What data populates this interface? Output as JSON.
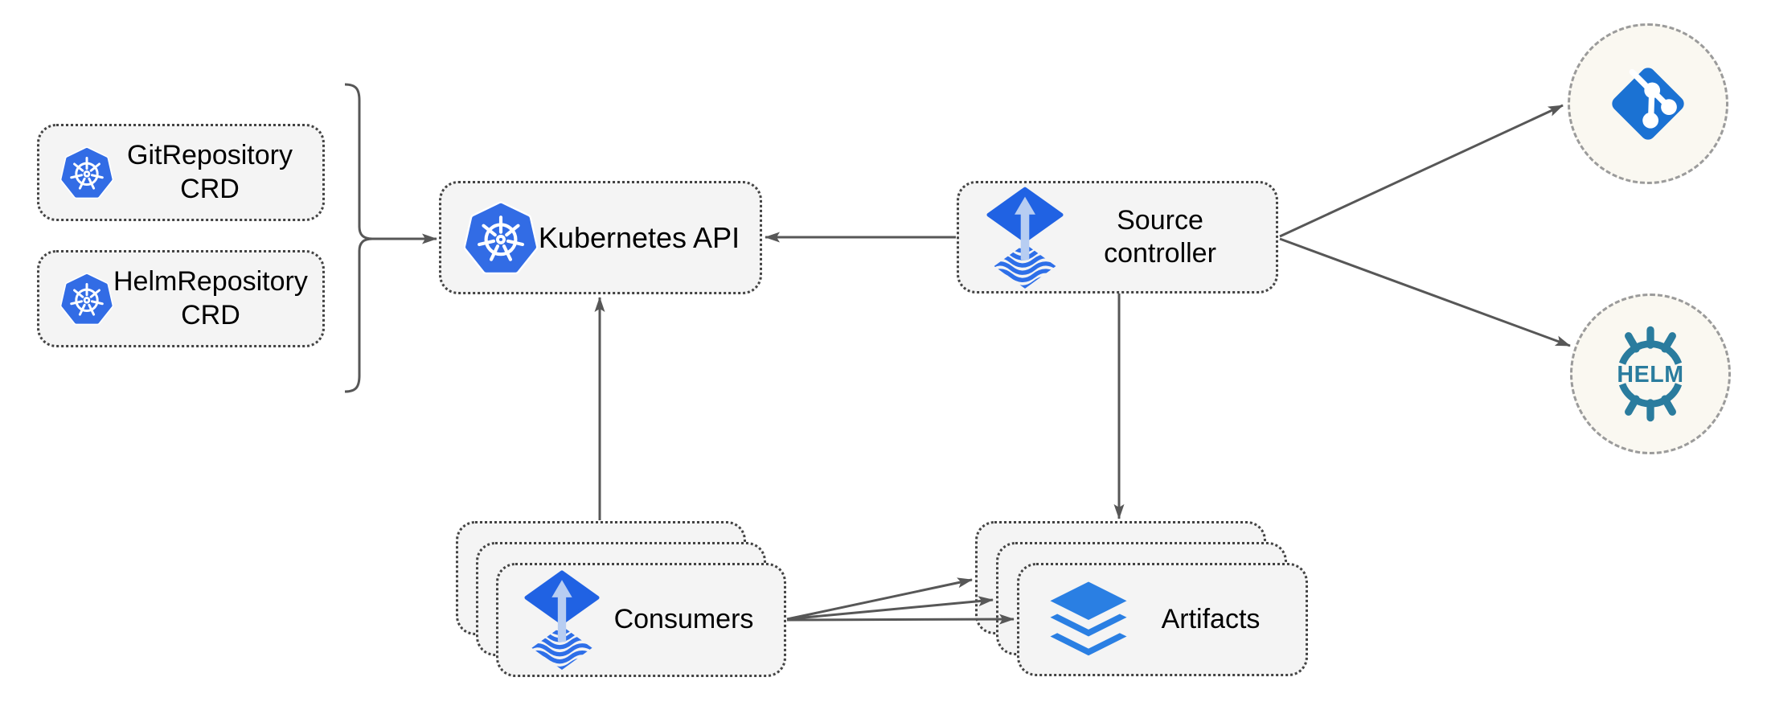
{
  "diagram": {
    "kind": "flux-source-controller-architecture",
    "nodes": {
      "git_repository_crd": {
        "lines": [
          "GitRepository",
          "CRD"
        ],
        "icon": "kubernetes-icon"
      },
      "helm_repository_crd": {
        "lines": [
          "HelmRepository",
          "CRD"
        ],
        "icon": "kubernetes-icon"
      },
      "kubernetes_api": {
        "label": "Kubernetes API",
        "icon": "kubernetes-icon"
      },
      "source_controller": {
        "lines": [
          "Source",
          "controller"
        ],
        "icon": "flux-icon"
      },
      "consumers": {
        "label": "Consumers",
        "icon": "flux-icon",
        "stacked": 3
      },
      "artifacts": {
        "label": "Artifacts",
        "icon": "layers-icon",
        "stacked": 3
      },
      "git_repo": {
        "icon": "git-icon"
      },
      "helm_repo": {
        "icon": "helm-icon",
        "logo_text": "HELM"
      }
    },
    "edges": [
      {
        "from": "gitrepository-crd+helmrepository-crd",
        "via": "bracket",
        "to": "kubernetes-api"
      },
      {
        "from": "source-controller",
        "to": "kubernetes-api"
      },
      {
        "from": "consumers",
        "to": "kubernetes-api"
      },
      {
        "from": "source-controller",
        "to": "artifacts"
      },
      {
        "from": "consumers",
        "to": "artifacts",
        "count": 3
      },
      {
        "from": "source-controller",
        "to": "git-repo"
      },
      {
        "from": "source-controller",
        "to": "helm-repo"
      }
    ],
    "colors": {
      "kubernetes_blue": "#326ce5",
      "flux_blue": "#2062e3",
      "flux_arrow_light": "#b7cdf2",
      "flux_wave_blue": "#2e6fe8",
      "git_blue": "#1b72d3",
      "helm_teal": "#2a7c9e",
      "layers_blue": "#2a7fe3",
      "box_fill": "#f4f4f4",
      "box_border": "#434343",
      "circle_fill": "#faf8f1",
      "circle_border": "#9b9b9b",
      "connector_gray": "#575757",
      "label_black": "#000000"
    }
  }
}
